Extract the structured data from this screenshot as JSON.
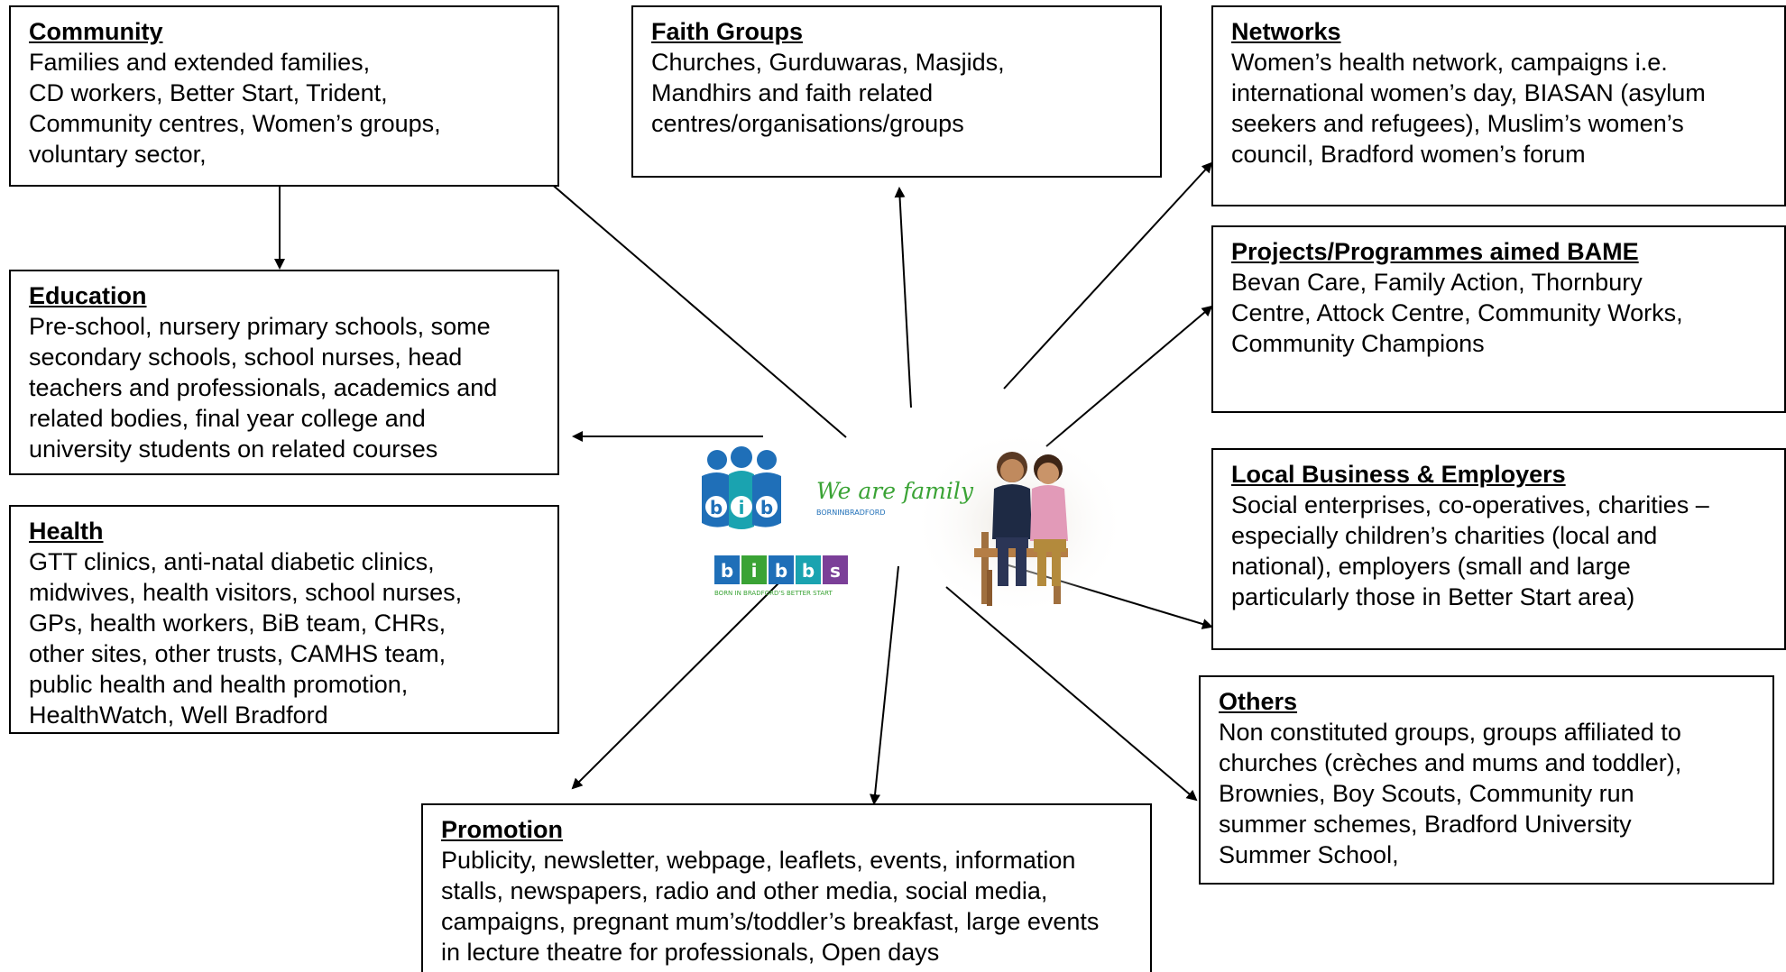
{
  "boxes": {
    "community": {
      "title": "Community",
      "body": "Families and extended families,\nCD workers, Better Start, Trident,\nCommunity centres, Women’s groups,\nvoluntary sector,"
    },
    "faith": {
      "title": "Faith Groups",
      "body": "Churches, Gurduwaras, Masjids,\nMandhirs and faith related\ncentres/organisations/groups"
    },
    "networks": {
      "title": "Networks",
      "body": "Women’s health network, campaigns i.e.\ninternational women’s day, BIASAN (asylum\nseekers and refugees), Muslim’s women’s\ncouncil, Bradford women’s forum"
    },
    "education": {
      "title": "Education",
      "body": "Pre-school, nursery primary schools, some\nsecondary schools, school nurses, head\nteachers and professionals, academics and\nrelated bodies, final year college and\nuniversity students on related courses"
    },
    "projects": {
      "title": "Projects/Programmes aimed BAME",
      "body": "Bevan Care, Family Action, Thornbury\nCentre, Attock Centre, Community Works,\nCommunity Champions"
    },
    "local_business": {
      "title": "Local Business & Employers",
      "body": "Social enterprises, co-operatives, charities –\nespecially children’s charities (local and\nnational), employers (small and large\nparticularly those in Better Start area)"
    },
    "health": {
      "title": "Health",
      "body": "GTT clinics, anti-natal diabetic clinics,\nmidwives, health visitors, school nurses,\nGPs, health workers, BiB team, CHRs,\nother sites, other trusts, CAMHS team,\npublic health and health promotion,\nHealthWatch, Well Bradford"
    },
    "others": {
      "title": "Others",
      "body": "Non constituted groups, groups affiliated to\nchurches (crèches and mums and toddler),\nBrownies, Boy Scouts, Community run\nsummer schemes, Bradford University\nSummer School,"
    },
    "promotion": {
      "title": "Promotion",
      "body": "Publicity, newsletter, webpage, leaflets, events, information\nstalls, newspapers, radio and other media, social media,\ncampaigns, pregnant mum’s/toddler’s breakfast, large events\nin lecture theatre for professionals, Open days"
    }
  },
  "logo": {
    "tagline": "We are family",
    "tagline_sub": "BORNINBRADFORD",
    "bib_letters": [
      "b",
      "i",
      "b"
    ],
    "bibbs_letters": [
      "b",
      "i",
      "b",
      "b",
      "s"
    ],
    "bibbs_sub": "BORN IN BRADFORD'S BETTER START",
    "colors": {
      "blue": "#1f6fb8",
      "teal": "#1aa3b0",
      "green": "#3aa335",
      "purple": "#7b3f98"
    }
  }
}
